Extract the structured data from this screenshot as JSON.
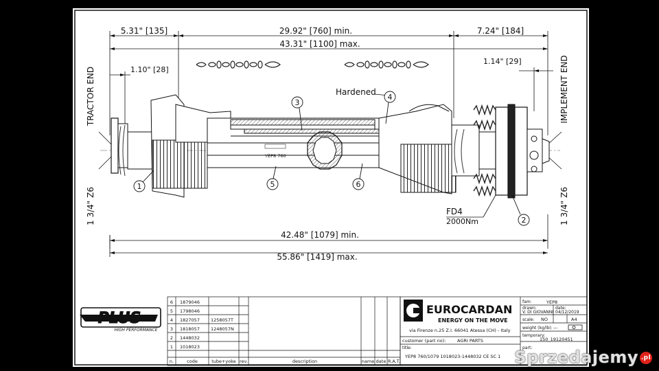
{
  "dimensions": {
    "top_left": "5.31\" [135]",
    "top_center": "29.92\" [760] min.",
    "top_right": "7.24\" [184]",
    "overall_max_top": "43.31\" [1100] max.",
    "left_small": "1.10\" [28]",
    "right_small": "1.14\" [29]",
    "bottom_min": "42.48\" [1079] min.",
    "bottom_max": "55.86\" [1419] max.",
    "left_spline": "1 3/4\" Z6",
    "right_spline": "1 3/4\" Z6"
  },
  "labels": {
    "tractor_end": "TRACTOR END",
    "implement_end": "IMPLEMENT END",
    "hardened": "Hardened",
    "fd4": "FD4",
    "torque": "2000Nm",
    "tube_mark": "YEP8 760"
  },
  "callouts": [
    "1",
    "2",
    "3",
    "4",
    "5",
    "6"
  ],
  "parts_table": {
    "rows": [
      {
        "n": "6",
        "code": "1879046",
        "tube_yoke": ""
      },
      {
        "n": "5",
        "code": "1798046",
        "tube_yoke": ""
      },
      {
        "n": "4",
        "code": "1827057",
        "tube_yoke": "1258057T"
      },
      {
        "n": "3",
        "code": "1818057",
        "tube_yoke": "1248057N"
      },
      {
        "n": "2",
        "code": "1448032",
        "tube_yoke": ""
      },
      {
        "n": "1",
        "code": "1018023",
        "tube_yoke": ""
      }
    ],
    "headers": {
      "n": "n.",
      "code": "code",
      "tube_yoke": "tube+yoke",
      "rev": "rev.",
      "description": "description",
      "name": "name",
      "date": "date",
      "rat": "R.A.T."
    }
  },
  "brand": {
    "plus_logo": "PLUS",
    "plus_tagline": "HIGH PERFORMANCE",
    "company": "EUROCARDAN",
    "slogan": "ENERGY ON THE MOVE",
    "address": "via Firenze n.25 Z.I. 66041 Atessa (CH) - Italy",
    "customer_label": "customer (part no):",
    "customer_value": "AGRI PARTS",
    "title_label": "title:",
    "title_value": "YEP8 760/1079 1018023-1448032 CE SC 1"
  },
  "title_block": {
    "famiglia_label": "fam:",
    "famiglia_value": "YEP8",
    "drawn_label": "drawn:",
    "drawn_value": "V. DI GIOVANNI",
    "date_label": "date:",
    "date_value": "04/12/2019",
    "scale_label": "scale:",
    "scale_value": "NO",
    "size_value": "A4",
    "weight_label": "weight (kg/lb):",
    "weight_value": "---",
    "temporary_label": "temporary:",
    "temporary_value": "150_19120451",
    "part_label": "part:"
  },
  "watermark": {
    "text": "Sprzedajemy",
    "badge": ".pl"
  }
}
